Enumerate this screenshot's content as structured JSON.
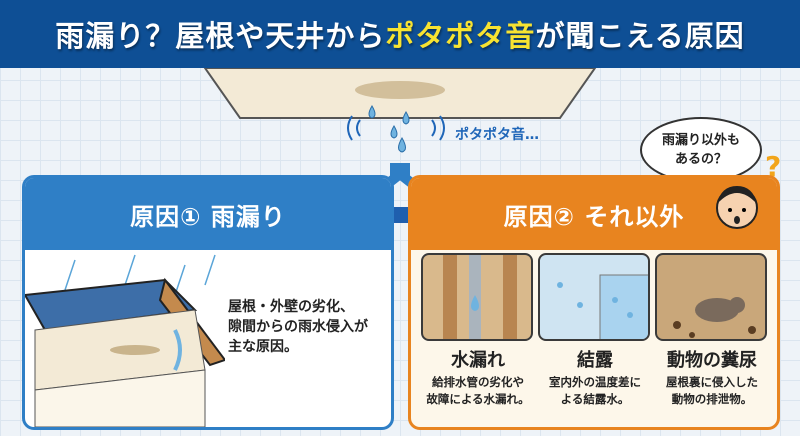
{
  "title": {
    "part1": "雨漏り？屋根や天井から",
    "highlight": "ポタポタ音",
    "part2": "が聞こえる原因"
  },
  "sound_label": "ポタポタ音…",
  "bubble": {
    "line1": "雨漏り以外も",
    "line2": "あるの？"
  },
  "cause1": {
    "heading": "原因① 雨漏り",
    "lines": [
      "屋根・外壁の劣化、",
      "隙間からの雨水侵入が",
      "主な原因。"
    ]
  },
  "cause2": {
    "heading": "原因② それ以外",
    "items": [
      {
        "title": "水漏れ",
        "desc1": "給排水管の劣化や",
        "desc2": "故障による水漏れ。"
      },
      {
        "title": "結露",
        "desc1": "室内外の温度差に",
        "desc2": "よる結露水。"
      },
      {
        "title": "動物の糞尿",
        "desc1": "屋根裏に侵入した",
        "desc2": "動物の排泄物。"
      }
    ]
  },
  "colors": {
    "header": "#0e4f95",
    "highlight": "#f7e331",
    "blue": "#2f7fc6",
    "orange": "#e8841f"
  }
}
